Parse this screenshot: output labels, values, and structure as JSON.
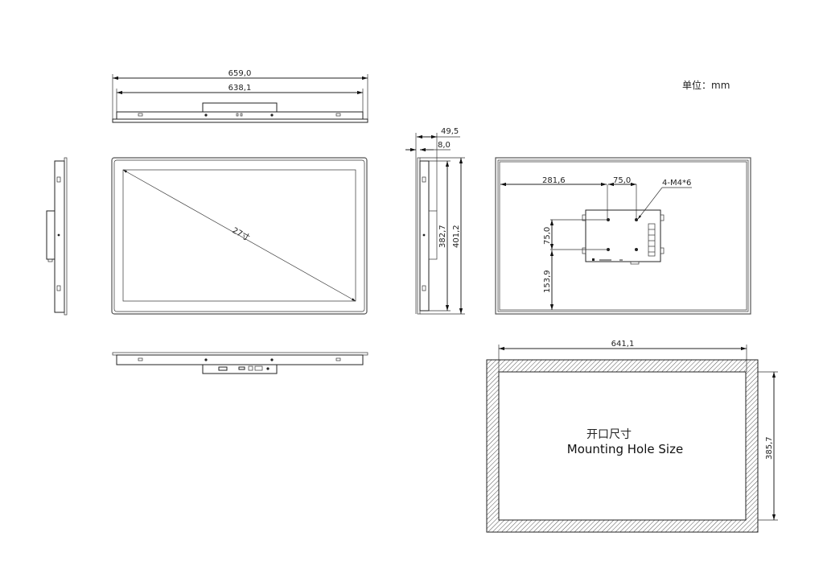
{
  "unit_label": "单位：mm",
  "top_view": {
    "overall_width": "659,0",
    "inner_width": "638,1"
  },
  "front_view": {
    "diagonal_label": "27寸"
  },
  "side_view": {
    "total_depth": "49,5",
    "bezel_depth": "8,0",
    "inner_height": "382,7",
    "overall_height": "401,2"
  },
  "rear_view": {
    "hole_x_offset": "281,6",
    "hole_spacing_x": "75,0",
    "screw_spec": "4-M4*6",
    "hole_spacing_y": "75,0",
    "hole_y_offset": "153,9"
  },
  "cutout_view": {
    "title_cn": "开口尺寸",
    "title_en": "Mounting Hole Size",
    "cutout_width": "641,1",
    "cutout_height": "385,7"
  },
  "colors": {
    "line": "#222222",
    "hatch": "#555555",
    "background": "#ffffff"
  }
}
